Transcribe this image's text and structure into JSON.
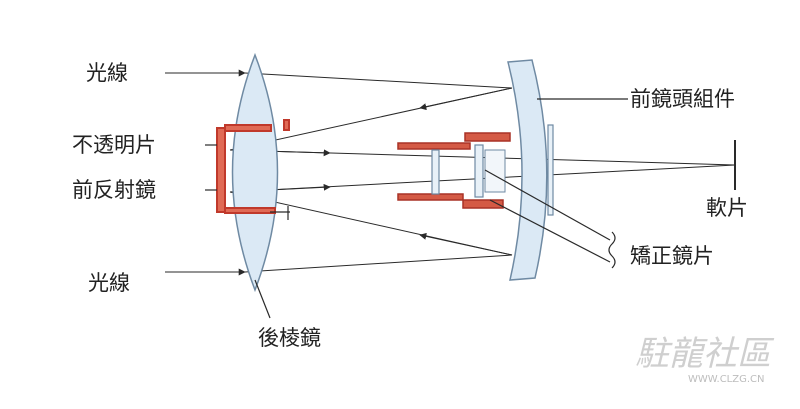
{
  "labels": {
    "light_top": "光線",
    "opaque_plate": "不透明片",
    "front_mirror": "前反射鏡",
    "light_bottom": "光線",
    "rear_lens": "後棱鏡",
    "front_lens_assembly": "前鏡頭組件",
    "film": "軟片",
    "corrector": "矯正鏡片"
  },
  "watermark": {
    "text": "駐龍社區",
    "url": "WWW.CLZG.CN"
  },
  "colors": {
    "lens_fill": "#dbe9f5",
    "lens_stroke": "#6f8aa3",
    "mount_red": "#c0392b",
    "line": "#2a2a2a"
  }
}
